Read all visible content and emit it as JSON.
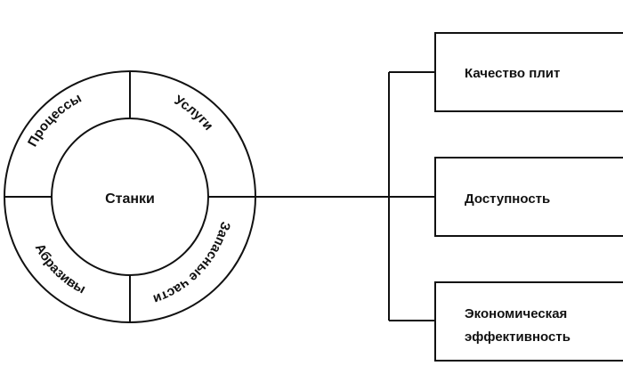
{
  "center": {
    "label": "Станки"
  },
  "ring": {
    "segments": [
      {
        "id": "processes",
        "label": "Процессы"
      },
      {
        "id": "services",
        "label": "Услуги"
      },
      {
        "id": "spare-parts",
        "label": "Запасные части"
      },
      {
        "id": "abrasives",
        "label": "Абразивы"
      }
    ]
  },
  "outcomes": [
    {
      "id": "quality",
      "lines": [
        "Качество плит"
      ]
    },
    {
      "id": "availability",
      "lines": [
        "Доступность"
      ]
    },
    {
      "id": "efficiency",
      "lines": [
        "Экономическая",
        "эффективность"
      ]
    }
  ],
  "colors": {
    "line": "#111111",
    "background": "#ffffff"
  }
}
